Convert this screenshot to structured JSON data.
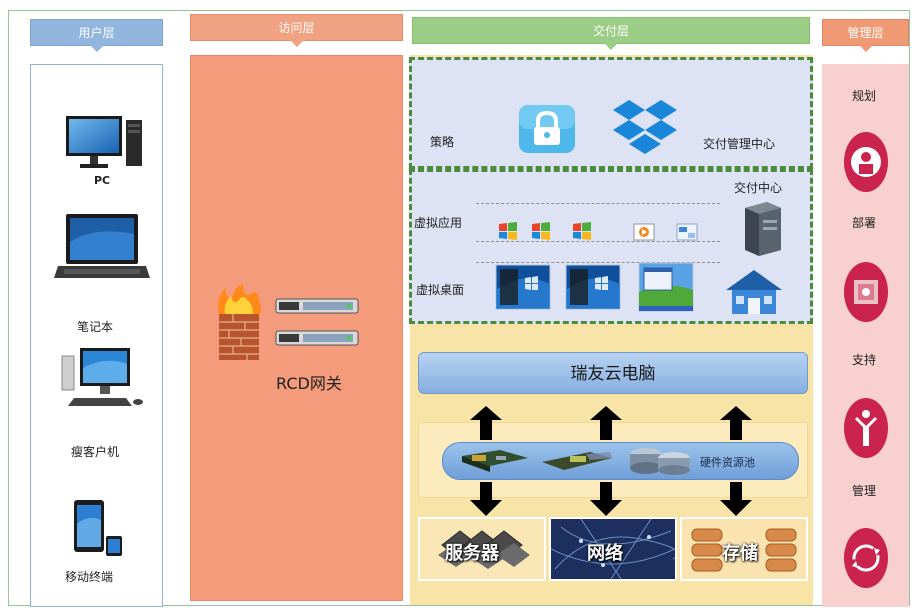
{
  "layers": {
    "user": "用户层",
    "access": "访问层",
    "delivery": "交付层",
    "management": "管理层"
  },
  "user_devices": {
    "pc": "PC",
    "laptop": "笔记本",
    "thin_client": "瘦客户机",
    "mobile": "移动终端"
  },
  "access": {
    "gateway_label": "RCD网关"
  },
  "delivery": {
    "policy_label": "策略",
    "mgmt_center_label": "交付管理中心",
    "delivery_center_label": "交付中心",
    "virtual_app_label": "虚拟应用",
    "virtual_desktop_label": "虚拟桌面",
    "cloud_pc_label": "瑞友云电脑",
    "resource_pool_label": "硬件资源池",
    "server_label": "服务器",
    "network_label": "网络",
    "storage_label": "存储"
  },
  "management": {
    "items": [
      "规划",
      "部署",
      "支持",
      "管理"
    ]
  },
  "colors": {
    "user": "#93b6de",
    "access": "#f39b7a",
    "delivery_tag": "#9ccd86",
    "delivery_bg": "#f8e4a6",
    "management_bg": "#f8d0ce",
    "management_icon": "#c9234e",
    "dashed_border": "#4c8a3c"
  }
}
